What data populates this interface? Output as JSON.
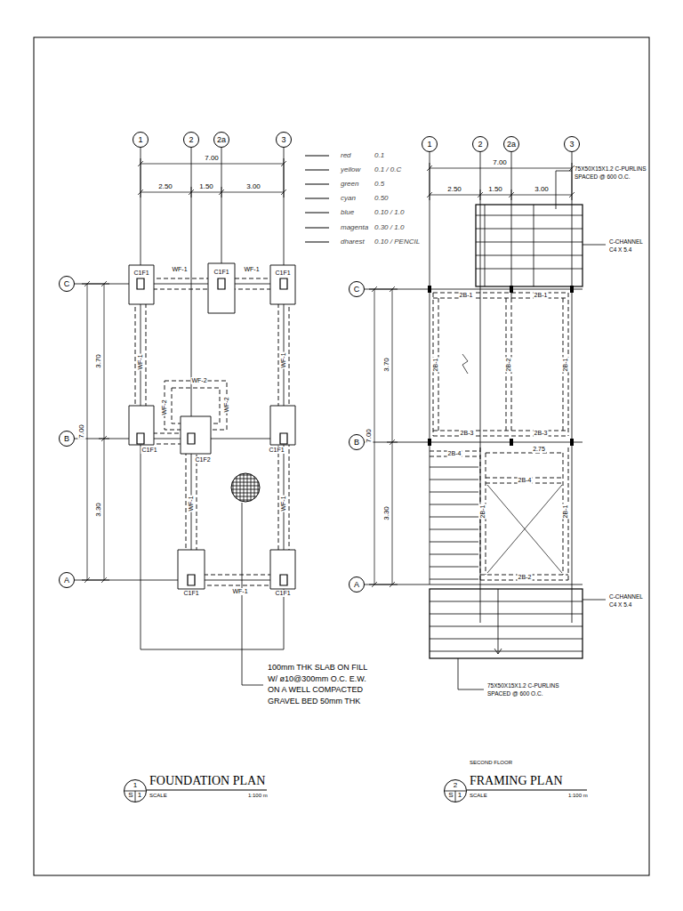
{
  "diagram": {
    "nodes": [
      {
        "text": [
          "1"
        ]
      },
      {
        "text": [
          "2"
        ]
      },
      {
        "text": [
          "2a"
        ]
      },
      {
        "text": [
          "3"
        ]
      },
      {
        "text": [
          "C"
        ]
      },
      {
        "text": [
          "B"
        ]
      },
      {
        "text": [
          "A"
        ]
      },
      {
        "text": [
          "1"
        ]
      },
      {
        "text": [
          "2"
        ]
      },
      {
        "text": [
          "2a"
        ]
      },
      {
        "text": [
          "3"
        ]
      },
      {
        "text": [
          "C"
        ]
      },
      {
        "text": [
          "B"
        ]
      },
      {
        "text": [
          "A"
        ]
      },
      {
        "text": [
          "1",
          "S",
          "1"
        ]
      },
      {
        "text": [
          "2",
          "S",
          "1"
        ]
      }
    ],
    "labels": [
      "7.00",
      "2.50",
      "1.50",
      "3.00",
      "7.00",
      "3.70",
      "3.30",
      "red",
      "0.1",
      "yellow",
      "0.1 / 0.C",
      "green",
      "0.5",
      "cyan",
      "0.50",
      "blue",
      "0.10 / 1.0",
      "magenta",
      "0.30 / 1.0",
      "dharest",
      "0.10 / PENCIL",
      "C1F1",
      "C1F1",
      "C1F1",
      "C1F1",
      "C1F1",
      "C1F2",
      "C1F1",
      "C1F1",
      "WF-1",
      "WF-1",
      "WF-1",
      "WF-1",
      "WF-1",
      "WF-1",
      "WF-1",
      "WF-2",
      "WF-2",
      "WF-2",
      "100mm THK SLAB ON FILL W/ ø10@300mm O.C. E.W. ON A WELL COMPACTED GRAVEL BED 50mm THK",
      "7.00",
      "2.50",
      "1.50",
      "3.00",
      "3.70",
      "7.00",
      "3.30",
      "75X50X15X1.2 C-PURLINS SPACED @ 600 O.C.",
      "C-CHANNEL C4 X 5.4",
      "2B-1",
      "2B-1",
      "2B-1",
      "2B-2",
      "2B-1",
      "2B-3",
      "2B-3",
      "2.75",
      "2B-4",
      "2B-4",
      "2B-1",
      "2B-1",
      "2B-2",
      "C-CHANNEL C4 X 5.4",
      "75X50X15X1.2 C-PURLINS SPACED @ 600 O.C.",
      "FOUNDATION PLAN",
      "SCALE",
      "1:100 m",
      "SECOND FLOOR",
      "FRAMING PLAN",
      "SCALE",
      "1:100 m"
    ]
  }
}
